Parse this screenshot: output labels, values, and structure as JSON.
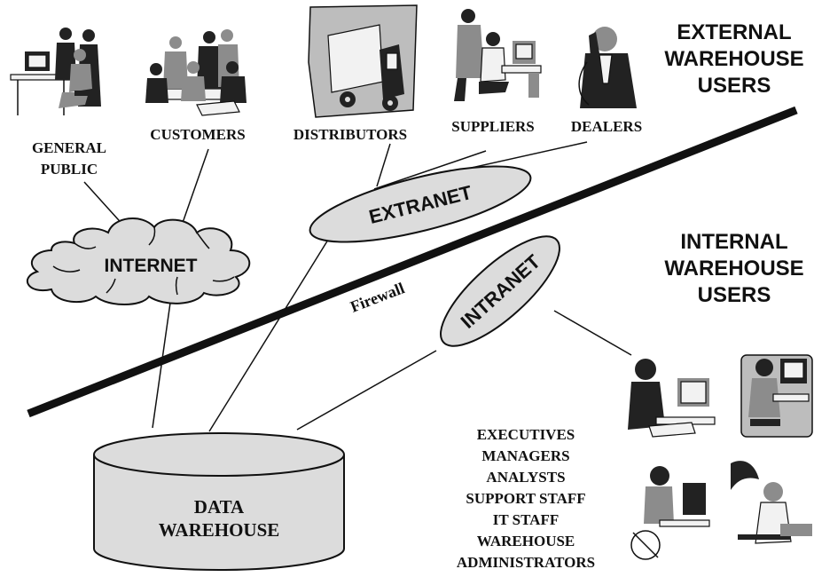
{
  "external_users": {
    "title_lines": [
      "EXTERNAL",
      "WAREHOUSE",
      "USERS"
    ],
    "groups": {
      "general_public": [
        "GENERAL",
        "PUBLIC"
      ],
      "customers": "CUSTOMERS",
      "distributors": "DISTRIBUTORS",
      "suppliers": "SUPPLIERS",
      "dealers": "DEALERS"
    }
  },
  "internal_users": {
    "title_lines": [
      "INTERNAL",
      "WAREHOUSE",
      "USERS"
    ],
    "roles": [
      "EXECUTIVES",
      "MANAGERS",
      "ANALYSTS",
      "SUPPORT STAFF",
      "IT STAFF",
      "WAREHOUSE",
      "ADMINISTRATORS"
    ]
  },
  "networks": {
    "internet": "INTERNET",
    "extranet": "EXTRANET",
    "intranet": "INTRANET",
    "firewall": "Firewall"
  },
  "data_warehouse": [
    "DATA",
    "WAREHOUSE"
  ]
}
